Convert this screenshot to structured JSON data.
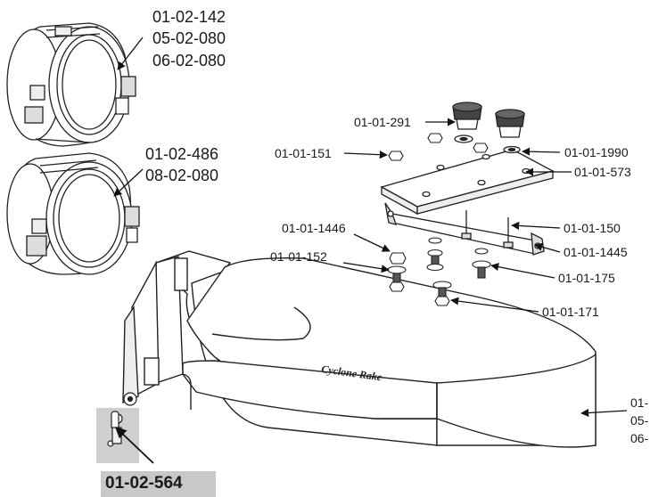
{
  "labels": {
    "l01_02_142": "01-02-142",
    "l05_02_080": "05-02-080",
    "l06_02_080_a": "06-02-080",
    "l01_02_486": "01-02-486",
    "l08_02_080": "08-02-080",
    "l01_01_291": "01-01-291",
    "l01_01_151": "01-01-151",
    "l01_01_1990": "01-01-1990",
    "l01_01_573": "01-01-573",
    "l01_01_150": "01-01-150",
    "l01_01_1446": "01-01-1446",
    "l01_01_1445": "01-01-1445",
    "l01_01_152": "01-01-152",
    "l01_01_175": "01-01-175",
    "l01_01_171": "01-01-171",
    "l01_02_564": "01-02-564",
    "cut_1": "01-",
    "cut_2": "05-",
    "cut_3": "06-"
  },
  "brand": "Cyclone Rake"
}
